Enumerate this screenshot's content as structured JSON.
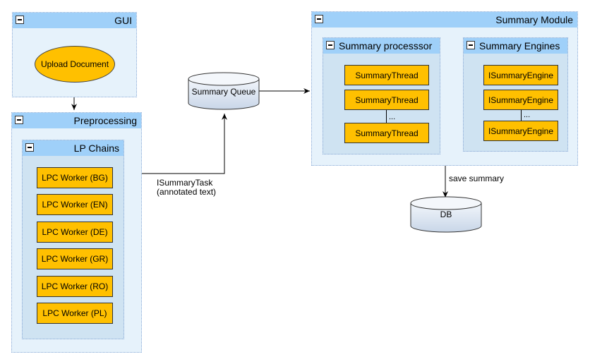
{
  "gui": {
    "title": "GUI",
    "upload": "Upload Document"
  },
  "preprocessing": {
    "title": "Preprocessing",
    "lp_chains": {
      "title": "LP Chains",
      "workers": [
        "LPC Worker (BG)",
        "LPC Worker (EN)",
        "LPC Worker (DE)",
        "LPC Worker (GR)",
        "LPC Worker (RO)",
        "LPC Worker (PL)"
      ]
    }
  },
  "queue": {
    "label": "Summary Queue"
  },
  "task_label": {
    "line1": "ISummaryTask",
    "line2": "(annotated text)"
  },
  "summary_module": {
    "title": "Summary Module",
    "processor": {
      "title": "Summary processsor",
      "threads": [
        "SummaryThread",
        "SummaryThread",
        "SummaryThread"
      ],
      "ellipsis": "..."
    },
    "engines": {
      "title": "Summary Engines",
      "items": [
        "ISummaryEngine",
        "ISummaryEngine",
        "ISummaryEngine"
      ],
      "ellipsis": "..."
    }
  },
  "save_label": "save summary",
  "db": {
    "label": "DB"
  },
  "colors": {
    "container_fill": "#e6f2fb",
    "inner_fill": "#cfe3f2",
    "header_fill": "#9fd0f9",
    "box_fill": "#ffc000"
  }
}
